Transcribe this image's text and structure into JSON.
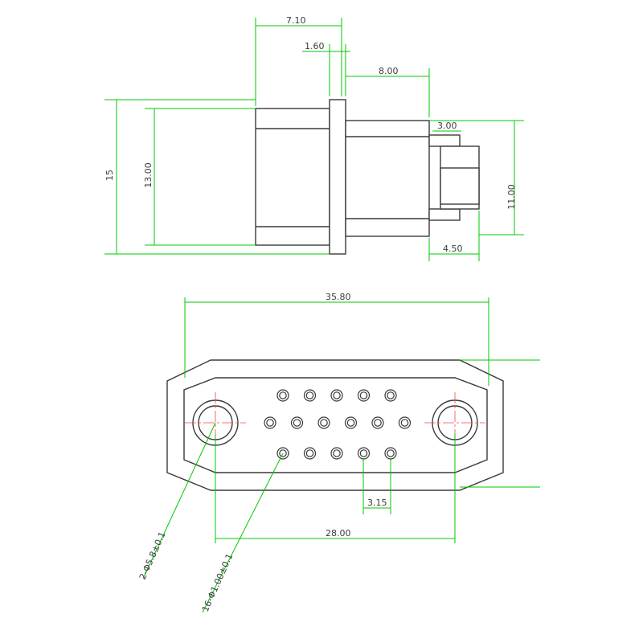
{
  "colors": {
    "outline": "#3a3a3a",
    "dimension": "#00c800",
    "centerline": "#ff4040",
    "text": "#3c3c3c"
  },
  "side_view": {
    "dim_width_total": "7.10",
    "dim_flange": "1.60",
    "dim_rear_length": "8.00",
    "dim_tail": "3.00",
    "dim_height_total": "15",
    "dim_height_body": "13.00",
    "dim_rear_height": "11.00",
    "dim_tail_length": "4.50"
  },
  "front_view": {
    "dim_overall_width": "35.80",
    "dim_pin_pitch": "3.15",
    "dim_mount_spacing": "28.00",
    "callout_mount_holes": "2-Φ5.8±0.1",
    "callout_pins": "16-Φ1.00±0.1",
    "pin_rows": [
      5,
      6,
      5
    ]
  }
}
